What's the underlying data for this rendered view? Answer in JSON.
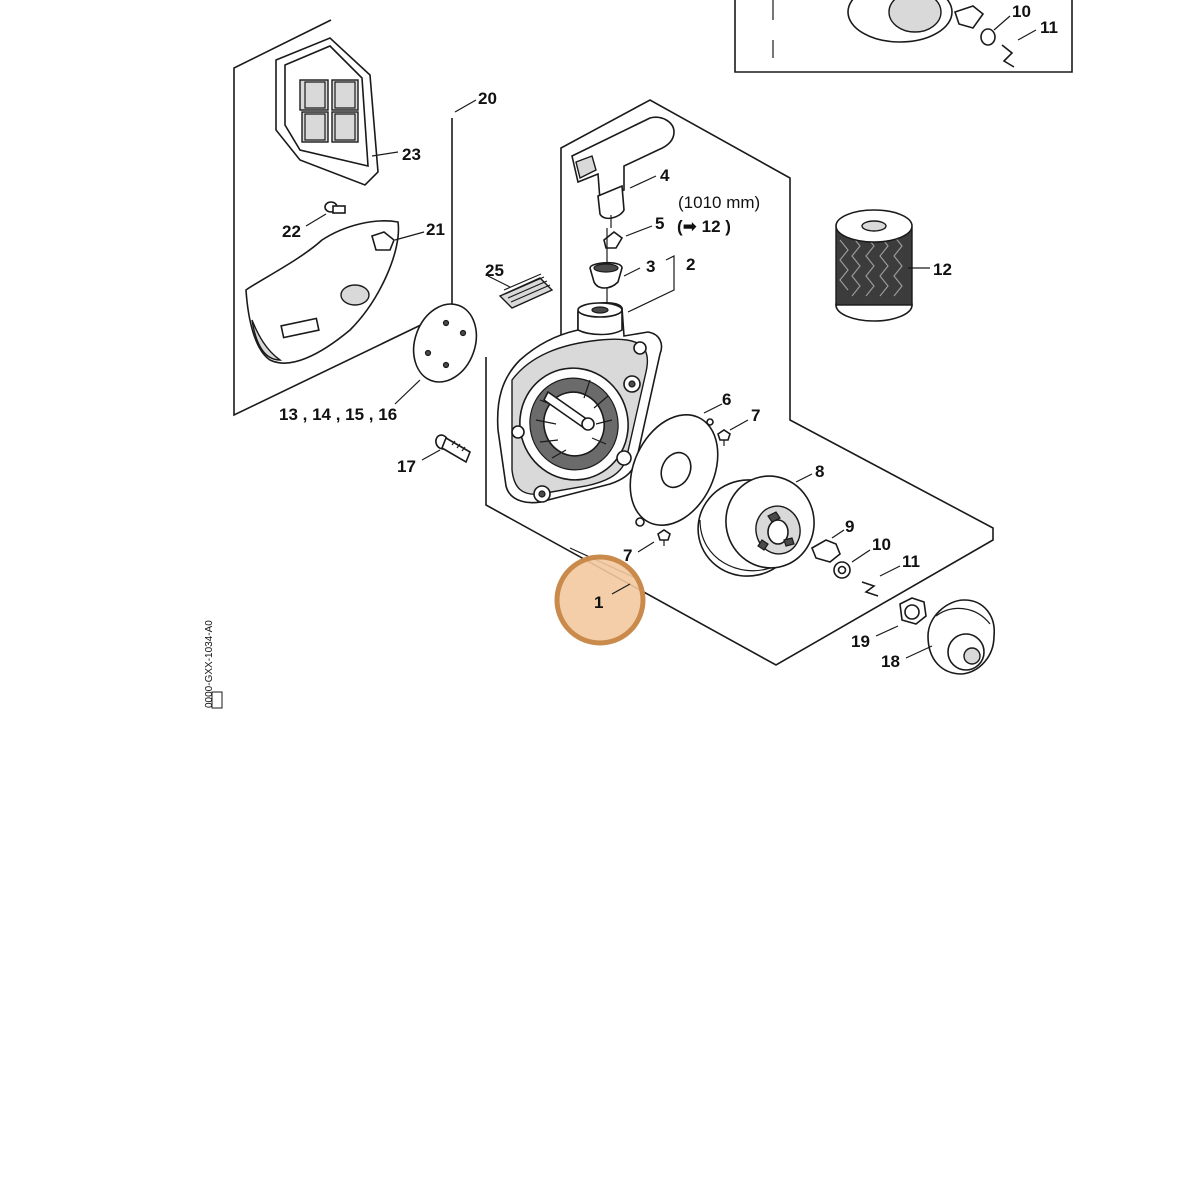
{
  "diagram": {
    "labels": {
      "l1": "1",
      "l2": "2",
      "l3": "3",
      "l4": "4",
      "l5": "5",
      "l6": "6",
      "l7a": "7",
      "l7b": "7",
      "l8": "8",
      "l9": "9",
      "l10": "10",
      "l11": "11",
      "l12": "12",
      "l13_16": "13 , 14 , 15 , 16",
      "l17": "17",
      "l18": "18",
      "l19": "19",
      "l20": "20",
      "l21": "21",
      "l22": "22",
      "l23": "23",
      "l25": "25",
      "top10": "10",
      "top11": "11",
      "rope_length": "(1010 mm)",
      "rope_ref": "(➡ 12 )"
    },
    "highlight": {
      "label": "1",
      "color": "#c98a4b",
      "fill": "#f2c9a0"
    },
    "side_code": "0000-GXX-1034-A0"
  }
}
